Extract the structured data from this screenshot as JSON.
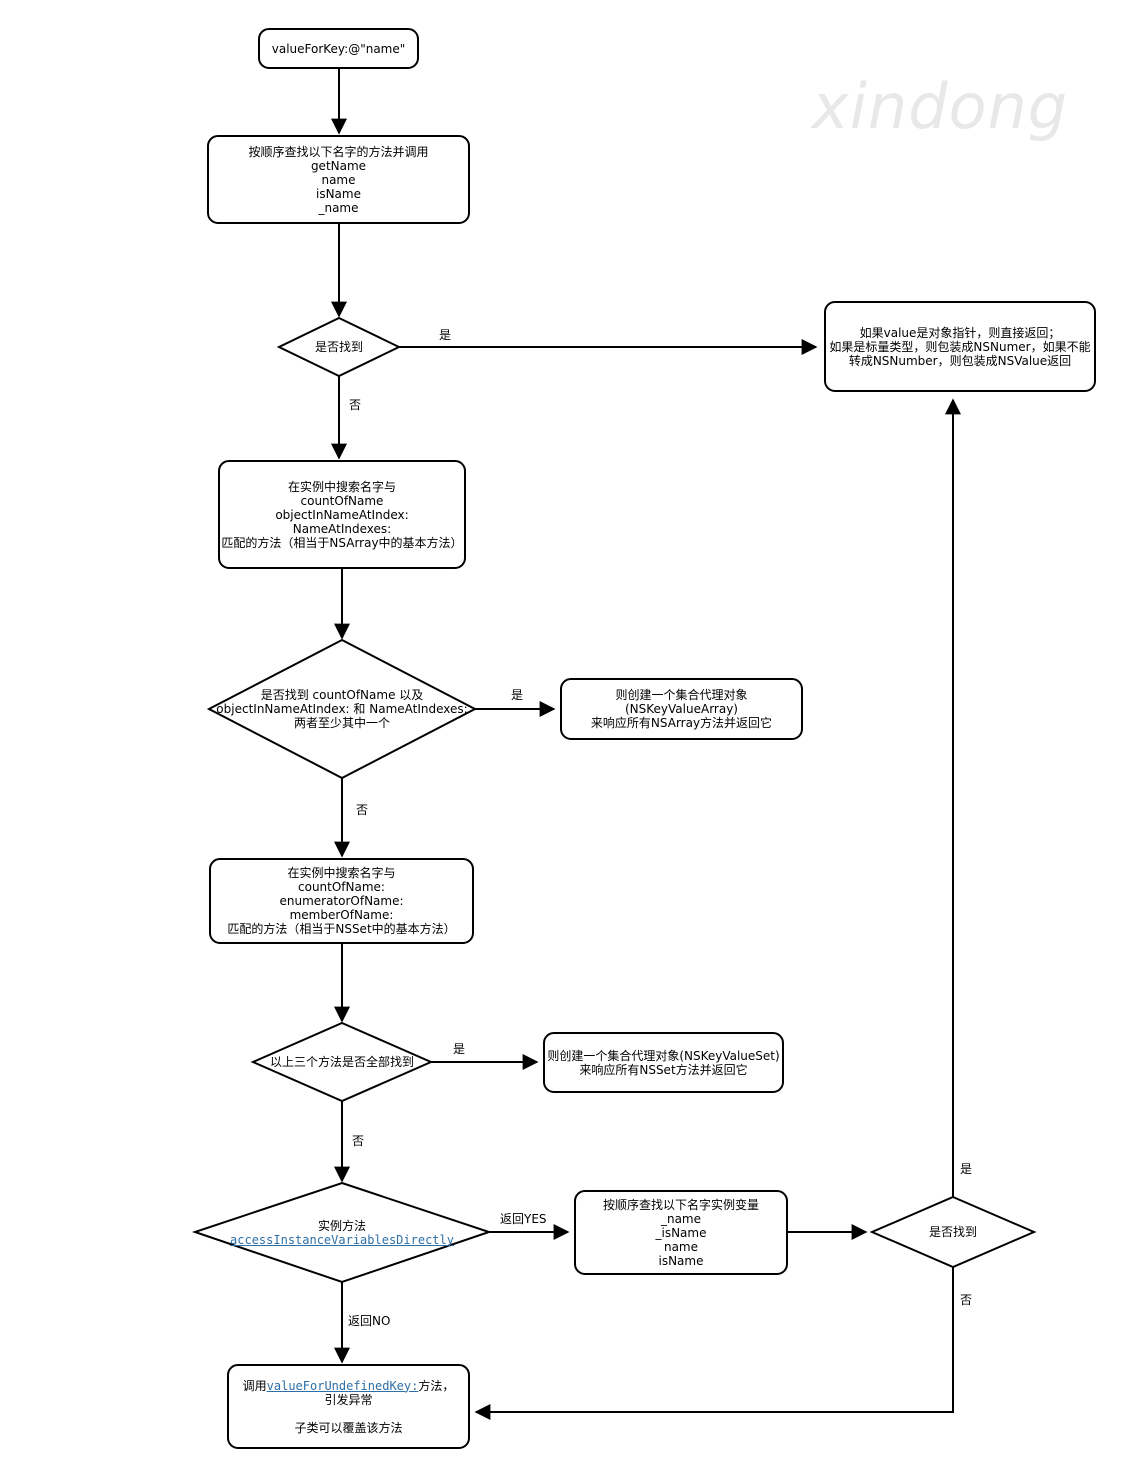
{
  "watermark": "xindong",
  "nodes": {
    "start": {
      "lines": [
        "valueForKey:@\"name\""
      ]
    },
    "getter_search": {
      "lines": [
        "按顺序查找以下名字的方法并调用",
        "getName",
        "name",
        "isName",
        "_name"
      ]
    },
    "found1": {
      "lines": [
        "是否找到"
      ]
    },
    "return_value": {
      "lines": [
        "如果value是对象指针，则直接返回；",
        "如果是标量类型，则包装成NSNumer，如果不能",
        "转成NSNumber，则包装成NSValue返回"
      ]
    },
    "array_search": {
      "lines": [
        "在实例中搜索名字与",
        "countOfName",
        "objectInNameAtIndex:",
        "NameAtIndexes:",
        "匹配的方法（相当于NSArray中的基本方法）"
      ]
    },
    "array_check": {
      "lines": [
        "是否找到 countOfName 以及",
        "objectInNameAtIndex: 和 NameAtIndexes:",
        "两者至少其中一个"
      ]
    },
    "array_proxy": {
      "lines": [
        "则创建一个集合代理对象(NSKeyValueArray)",
        "来响应所有NSArray方法并返回它"
      ]
    },
    "set_search": {
      "lines": [
        "在实例中搜索名字与",
        "countOfName:",
        "enumeratorOfName:",
        "memberOfName:",
        "匹配的方法（相当于NSSet中的基本方法）"
      ]
    },
    "set_check": {
      "lines": [
        "以上三个方法是否全部找到"
      ]
    },
    "set_proxy": {
      "lines": [
        "则创建一个集合代理对象(NSKeyValueSet)",
        "来响应所有NSSet方法并返回它"
      ]
    },
    "access_check": {
      "line1": "实例方法",
      "method": "accessInstanceVariablesDirectly"
    },
    "ivar_search": {
      "lines": [
        "按顺序查找以下名字实例变量",
        "_name",
        "_isName",
        "name",
        "isName"
      ]
    },
    "found2": {
      "lines": [
        "是否找到"
      ]
    },
    "undefined": {
      "prefix": "调用",
      "method": "valueForUndefinedKey:",
      "suffix": "方法，",
      "line2": "引发异常",
      "line3": "子类可以覆盖该方法"
    }
  },
  "edges": {
    "found1_yes": "是",
    "found1_no": "否",
    "array_yes": "是",
    "array_no": "否",
    "set_yes": "是",
    "set_no": "否",
    "access_yes": "返回YES",
    "access_no": "返回NO",
    "found2_yes": "是",
    "found2_no": "否"
  }
}
